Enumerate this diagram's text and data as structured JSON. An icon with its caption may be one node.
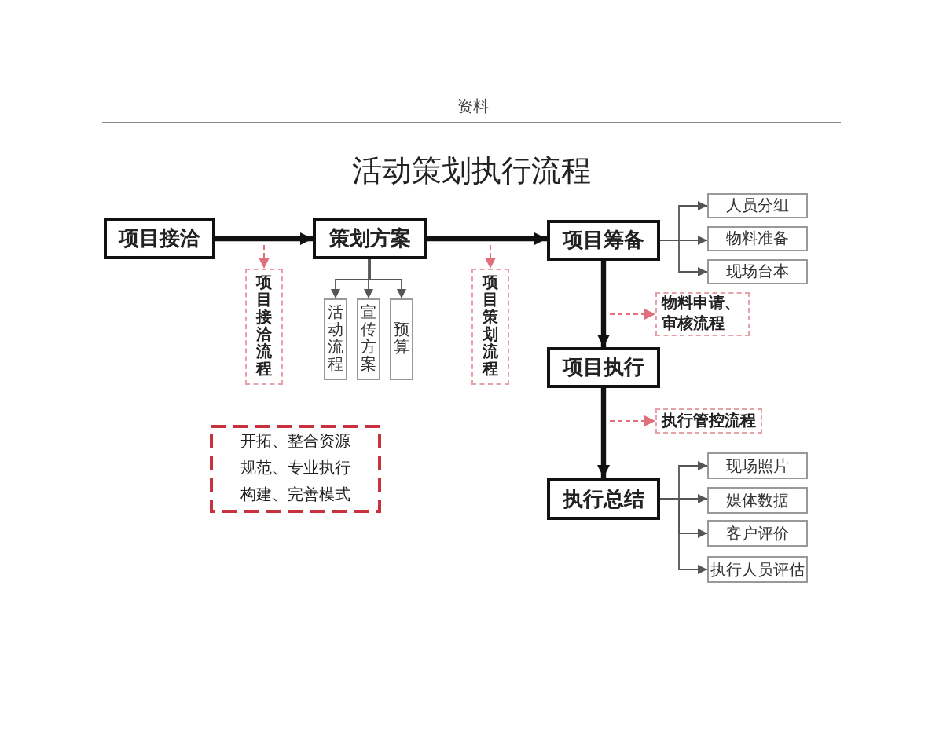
{
  "diagram": {
    "title": "活动策划执行流程",
    "nodes": [
      {
        "text": [
          "项目接洽"
        ]
      },
      {
        "text": [
          "策划方案"
        ]
      },
      {
        "text": [
          "项目筹备"
        ]
      },
      {
        "text": [
          "人员分组"
        ]
      },
      {
        "text": [
          "物料准备"
        ]
      },
      {
        "text": [
          "现场台本"
        ]
      },
      {
        "text": [
          "项目接洽流程"
        ]
      },
      {
        "text": [
          "活动流程"
        ]
      },
      {
        "text": [
          "宣传方案"
        ]
      },
      {
        "text": [
          "预算"
        ]
      },
      {
        "text": [
          "项目策划流程"
        ]
      },
      {
        "text": [
          "物料申请、审核流程"
        ]
      },
      {
        "text": [
          "项目执行"
        ]
      },
      {
        "text": [
          "执行管控流程"
        ]
      },
      {
        "text": [
          "开拓、整合资源",
          "规范、专业执行",
          "构建、完善模式"
        ]
      },
      {
        "text": [
          "执行总结"
        ]
      },
      {
        "text": [
          "现场照片"
        ]
      },
      {
        "text": [
          "媒体数据"
        ]
      },
      {
        "text": [
          "客户评价"
        ]
      },
      {
        "text": [
          "执行人员评估"
        ]
      }
    ],
    "edges": [
      {
        "from": 0,
        "to": 1,
        "arrow": "to",
        "style": "thick"
      },
      {
        "from": 1,
        "to": 2,
        "arrow": "to",
        "style": "thick"
      },
      {
        "from": 2,
        "to": 12,
        "arrow": "to",
        "style": "thick"
      },
      {
        "from": 12,
        "to": 15,
        "arrow": "to",
        "style": "thick"
      },
      {
        "from": null,
        "to": 6,
        "arrow": "to",
        "style": "dashed",
        "color": "#e0707c"
      },
      {
        "from": null,
        "to": 10,
        "arrow": "to",
        "style": "dashed",
        "color": "#e0707c"
      },
      {
        "from": 1,
        "to": 7,
        "arrow": "to"
      },
      {
        "from": 1,
        "to": 8,
        "arrow": "to"
      },
      {
        "from": 1,
        "to": 9,
        "arrow": "to"
      },
      {
        "from": 2,
        "to": 3,
        "arrow": "to"
      },
      {
        "from": 2,
        "to": 4,
        "arrow": "to"
      },
      {
        "from": 2,
        "to": 5,
        "arrow": "to"
      },
      {
        "from": null,
        "to": 11,
        "arrow": "to",
        "style": "dashed",
        "color": "#e0707c"
      },
      {
        "from": null,
        "to": 13,
        "arrow": "to",
        "style": "dashed",
        "color": "#e0707c"
      },
      {
        "from": 15,
        "to": 16,
        "arrow": "to"
      },
      {
        "from": 15,
        "to": 17,
        "arrow": "to"
      },
      {
        "from": 15,
        "to": 18,
        "arrow": "to"
      },
      {
        "from": 15,
        "to": 19,
        "arrow": "to"
      }
    ],
    "labels": [
      "资料"
    ]
  }
}
